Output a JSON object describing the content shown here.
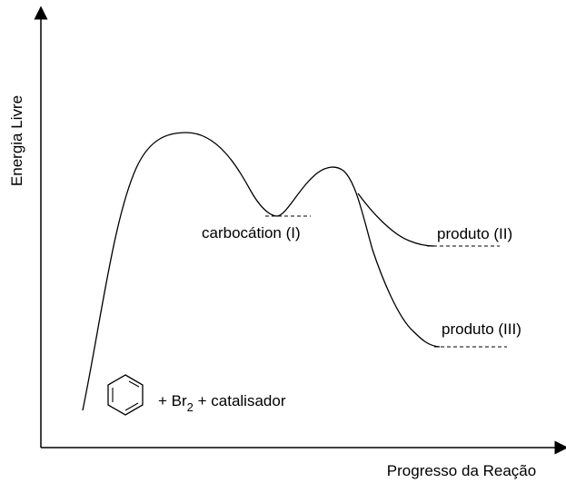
{
  "diagram": {
    "y_axis_label": "Energia Livre",
    "x_axis_label": "Progresso da Reação",
    "labels": {
      "carbocation": "carbocátion (I)",
      "product_2": "produto (II)",
      "product_3": "produto (III)",
      "reactant_plus": "+ Br",
      "reactant_subscript": "2",
      "reactant_rest": " + catalisador"
    },
    "reactant_icon": "benzene-ring-icon"
  }
}
